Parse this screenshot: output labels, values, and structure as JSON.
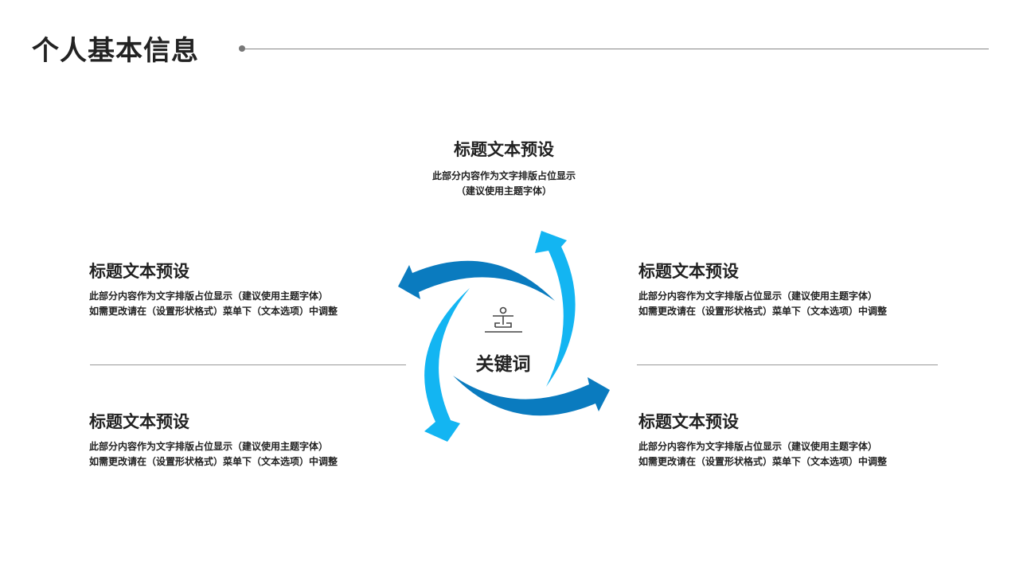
{
  "header": {
    "title": "个人基本信息"
  },
  "center": {
    "keyword": "关键词",
    "icon": "podium-person-icon"
  },
  "blocks": {
    "top": {
      "title": "标题文本预设",
      "line1": "此部分内容作为文字排版占位显示",
      "line2": "（建议使用主题字体）"
    },
    "left_top": {
      "title": "标题文本预设",
      "line1": "此部分内容作为文字排版占位显示（建议使用主题字体）",
      "line2": "如需更改请在（设置形状格式）菜单下（文本选项）中调整"
    },
    "right_top": {
      "title": "标题文本预设",
      "line1": "此部分内容作为文字排版占位显示（建议使用主题字体）",
      "line2": "如需更改请在（设置形状格式）菜单下（文本选项）中调整"
    },
    "left_bottom": {
      "title": "标题文本预设",
      "line1": "此部分内容作为文字排版占位显示（建议使用主题字体）",
      "line2": "如需更改请在（设置形状格式）菜单下（文本选项）中调整"
    },
    "right_bottom": {
      "title": "标题文本预设",
      "line1": "此部分内容作为文字排版占位显示（建议使用主题字体）",
      "line2": "如需更改请在（设置形状格式）菜单下（文本选项）中调整"
    }
  },
  "colors": {
    "dark_blue": "#0a7bbf",
    "light_blue": "#13b5f2"
  }
}
